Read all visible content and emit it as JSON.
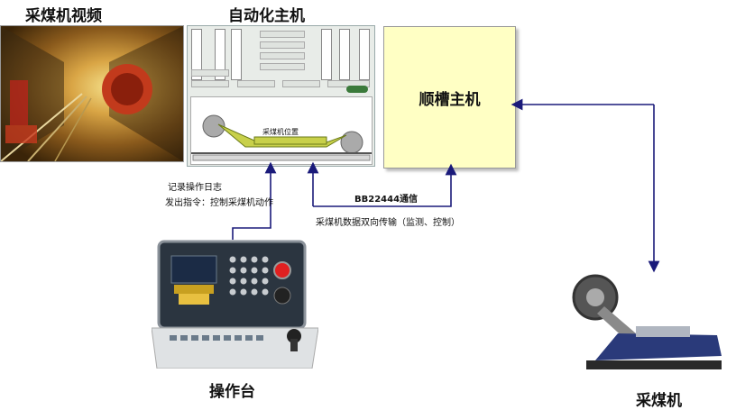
{
  "titles": {
    "video": "采煤机视频",
    "auto_host": "自动化主机",
    "shunt_host": "顺槽主机",
    "console": "操作台",
    "shearer": "采煤机"
  },
  "annotations": {
    "log": "记录操作日志",
    "command": "发出指令：控制采煤机动作",
    "bb_comm": "BB22444通信",
    "transfer": "采煤机数据双向传输（监测、控制）"
  },
  "auto_panel": {
    "shearer_position_label": "采煤机位置"
  },
  "colors": {
    "arrow": "#1a1a7a",
    "shunt_fill": "#ffffc4"
  }
}
